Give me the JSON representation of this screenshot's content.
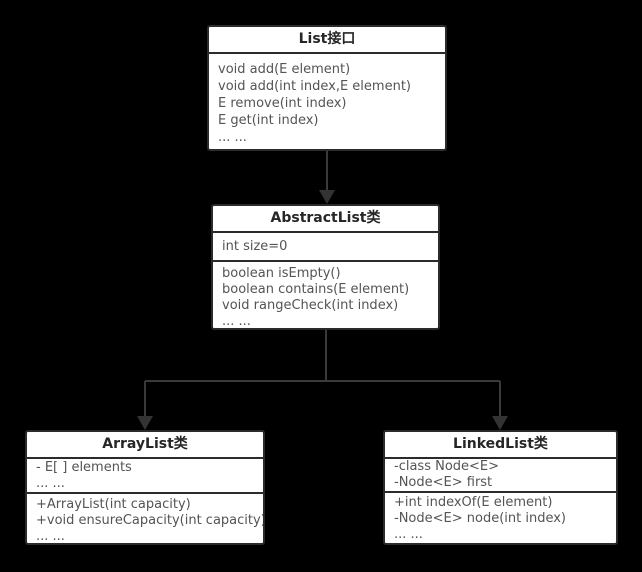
{
  "colors": {
    "background": "#000000",
    "box_fill": "#ffffff",
    "box_border": "#2b2b2b",
    "connector": "#3a3a3a",
    "title_text": "#262626",
    "body_text": "#545454"
  },
  "classes": [
    {
      "title": "List接口",
      "fields": [],
      "methods": [
        "void add(E element)",
        "void add(int index,E element)",
        "E remove(int index)",
        "E get(int index)",
        "... ..."
      ]
    },
    {
      "title": "AbstractList类",
      "fields": [
        "int size=0"
      ],
      "methods": [
        "boolean isEmpty()",
        "boolean contains(E element)",
        "void rangeCheck(int index)",
        "... ..."
      ]
    },
    {
      "title": "ArrayList类",
      "fields": [
        "- E[ ] elements",
        "... ..."
      ],
      "methods": [
        "+ArrayList(int capacity)",
        "+void ensureCapacity(int capacity)",
        "... ..."
      ]
    },
    {
      "title": "LinkedList类",
      "fields": [
        "-class Node<E>",
        "-Node<E> first"
      ],
      "methods": [
        "+int indexOf(E element)",
        "-Node<E> node(int index)",
        "... ..."
      ]
    }
  ],
  "connectors": [
    {
      "from": "List接口",
      "to": "AbstractList类",
      "type": "inheritance-arrow-down"
    },
    {
      "from": "AbstractList类",
      "to": "ArrayList类",
      "type": "inheritance-arrow-down"
    },
    {
      "from": "AbstractList类",
      "to": "LinkedList类",
      "type": "inheritance-arrow-down"
    }
  ]
}
